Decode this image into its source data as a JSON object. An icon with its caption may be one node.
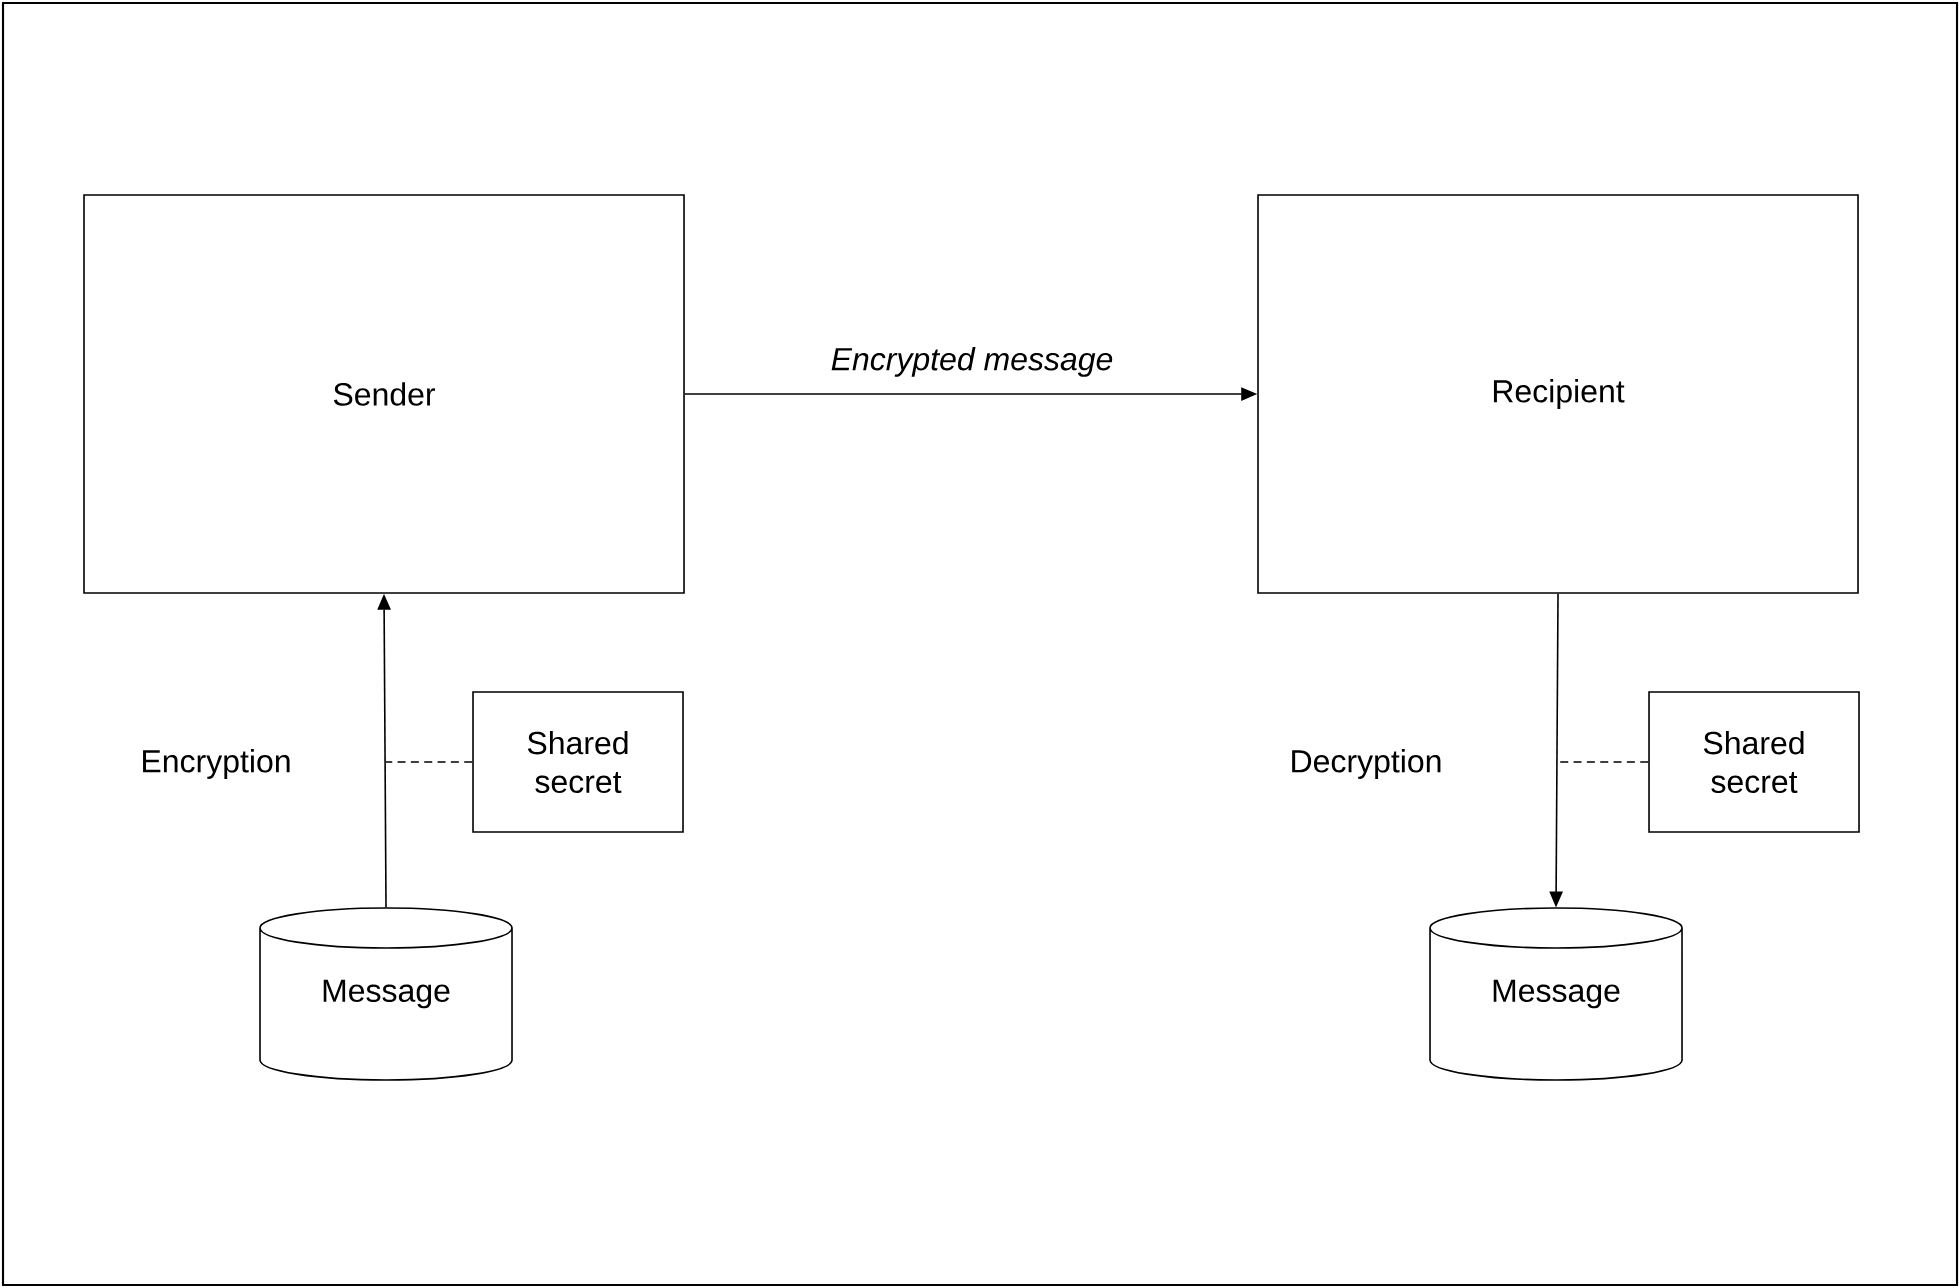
{
  "diagram": {
    "nodes": [
      {
        "text": [
          "Sender"
        ]
      },
      {
        "text": [
          "Recipient"
        ]
      },
      {
        "text": [
          "Shared secret"
        ]
      },
      {
        "text": [
          "Message"
        ]
      },
      {
        "text": [
          "Shared secret"
        ]
      },
      {
        "text": [
          "Message"
        ]
      }
    ],
    "edges": [
      {
        "from": 0,
        "to": 1,
        "arrow": "to",
        "label": "Encrypted message"
      },
      {
        "from": 3,
        "to": 0,
        "arrow": "to",
        "label": "Encryption"
      },
      {
        "from": 1,
        "to": 5,
        "arrow": "to",
        "label": "Decryption"
      },
      {
        "from": 2,
        "to": null,
        "arrow": "none",
        "style": "dashed"
      },
      {
        "from": 4,
        "to": null,
        "arrow": "none",
        "style": "dashed"
      }
    ]
  }
}
